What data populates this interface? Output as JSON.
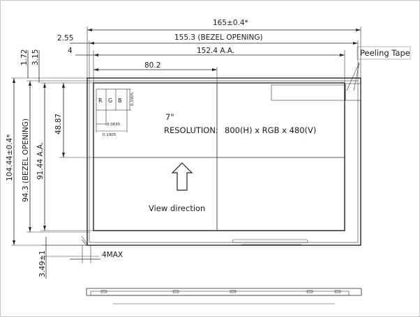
{
  "dimensions": {
    "overall_width": "165±0.4*",
    "bezel_opening_width": "155.3 (BEZEL OPENING)",
    "active_area_width": "152.4 A.A.",
    "center_offset": "80.2",
    "left_offset_outer": "2.55",
    "left_offset_inner": "4",
    "top_offset_outer": "1.72",
    "top_offset_inner": "3.15",
    "overall_height": "104.44±0.4*",
    "bezel_opening_height": "94.3 (BEZEL OPENING)",
    "active_area_height": "91.44 A.A.",
    "center_height_offset": "48.87",
    "thickness": "3.49±1",
    "bottom_max": "4MAX"
  },
  "pixel_detail": {
    "subpixels": [
      "R",
      "G",
      "B"
    ],
    "pitch_h": "0.1905",
    "subpitch": "0.0635",
    "pitch_v": "0.1905"
  },
  "display_info": {
    "size": "7\"",
    "resolution_label": "RESOLUTION:",
    "resolution_value": "800(H) x RGB x 480(V)"
  },
  "view_direction_label": "View direction",
  "peeling_tape_label": "Peeling Tape",
  "icons": {
    "view_arrow": "up-arrow-icon"
  }
}
